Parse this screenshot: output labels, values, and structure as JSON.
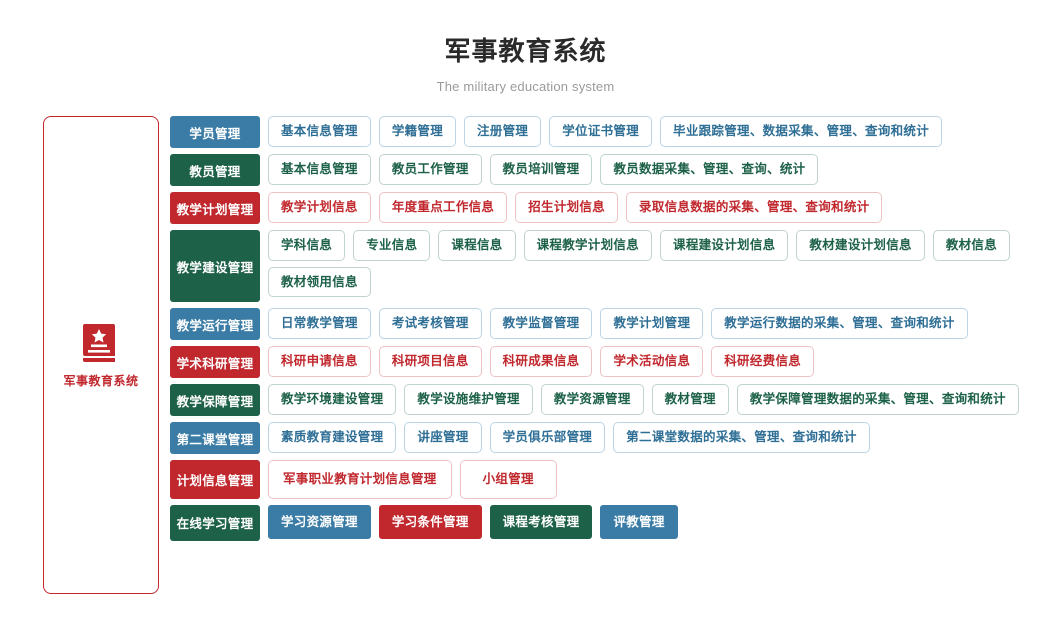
{
  "header": {
    "title": "军事教育系统",
    "subtitle": "The military education system"
  },
  "root": {
    "label": "军事教育系统",
    "icon": "book-star-icon",
    "border_color": "#c0282e",
    "text_color": "#c0282e"
  },
  "palette": {
    "blue": "#3a7ca5",
    "green": "#1d6148",
    "red": "#c0282e",
    "blue_border": "#bcd4e4",
    "green_border": "#bfd5cb",
    "red_border": "#efc3c6",
    "title_color": "#2a2a2a",
    "subtitle_color": "#999b9d",
    "background": "#ffffff"
  },
  "tree": {
    "rows": [
      {
        "parent": "学员管理",
        "color": "blue",
        "children": [
          {
            "label": "基本信息管理"
          },
          {
            "label": "学籍管理"
          },
          {
            "label": "注册管理"
          },
          {
            "label": "学位证书管理"
          },
          {
            "label": "毕业跟踪管理、数据采集、管理、查询和统计"
          }
        ]
      },
      {
        "parent": "教员管理",
        "color": "green",
        "children": [
          {
            "label": "基本信息管理"
          },
          {
            "label": "教员工作管理"
          },
          {
            "label": "教员培训管理"
          },
          {
            "label": "教员数据采集、管理、查询、统计"
          }
        ]
      },
      {
        "parent": "教学计划管理",
        "color": "red",
        "children": [
          {
            "label": "教学计划信息"
          },
          {
            "label": "年度重点工作信息"
          },
          {
            "label": "招生计划信息"
          },
          {
            "label": "录取信息数据的采集、管理、查询和统计"
          }
        ]
      },
      {
        "parent": "教学建设管理",
        "color": "green",
        "children": [
          {
            "label": "学科信息"
          },
          {
            "label": "专业信息"
          },
          {
            "label": "课程信息"
          },
          {
            "label": "课程教学计划信息"
          },
          {
            "label": "课程建设计划信息"
          },
          {
            "label": "教材建设计划信息"
          },
          {
            "label": "教材信息"
          },
          {
            "label": "教材领用信息"
          }
        ]
      },
      {
        "parent": "教学运行管理",
        "color": "blue",
        "children": [
          {
            "label": "日常教学管理"
          },
          {
            "label": "考试考核管理"
          },
          {
            "label": "教学监督管理"
          },
          {
            "label": "教学计划管理"
          },
          {
            "label": "教学运行数据的采集、管理、查询和统计"
          }
        ]
      },
      {
        "parent": "学术科研管理",
        "color": "red",
        "children": [
          {
            "label": "科研申请信息"
          },
          {
            "label": "科研项目信息"
          },
          {
            "label": "科研成果信息"
          },
          {
            "label": "学术活动信息"
          },
          {
            "label": "科研经费信息"
          }
        ]
      },
      {
        "parent": "教学保障管理",
        "color": "green",
        "children": [
          {
            "label": "教学环境建设管理"
          },
          {
            "label": "教学设施维护管理"
          },
          {
            "label": "教学资源管理"
          },
          {
            "label": "教材管理"
          },
          {
            "label": "教学保障管理数据的采集、管理、查询和统计"
          }
        ]
      },
      {
        "parent": "第二课堂管理",
        "color": "blue",
        "children": [
          {
            "label": "素质教育建设管理"
          },
          {
            "label": "讲座管理"
          },
          {
            "label": "学员俱乐部管理"
          },
          {
            "label": "第二课堂数据的采集、管理、查询和统计"
          }
        ]
      },
      {
        "parent": "计划信息管理",
        "color": "red",
        "children": [
          {
            "label": "军事职业教育计划信息管理"
          },
          {
            "label": "小组管理"
          }
        ]
      },
      {
        "parent": "在线学习管理",
        "color": "green",
        "filled_children": true,
        "children": [
          {
            "label": "学习资源管理",
            "fill": "blue"
          },
          {
            "label": "学习条件管理",
            "fill": "red"
          },
          {
            "label": "课程考核管理",
            "fill": "green"
          },
          {
            "label": "评教管理",
            "fill": "blue"
          }
        ]
      }
    ]
  }
}
